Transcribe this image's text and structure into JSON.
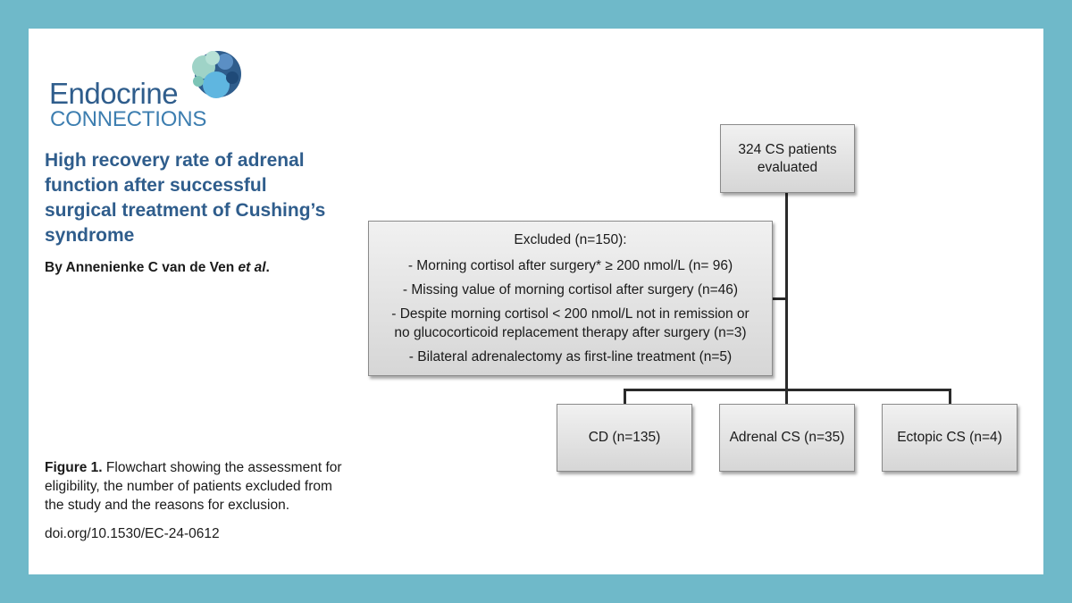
{
  "journal": {
    "name_line1": "Endocrine",
    "name_line2": "CONNECTIONS"
  },
  "article": {
    "title": "High recovery rate of adrenal function after successful surgical treatment of Cushing’s syndrome",
    "byline_prefix": "By  Annenienke C van de Ven ",
    "byline_etal": "et al",
    "byline_suffix": "."
  },
  "caption": {
    "label": "Figure 1.",
    "text": " Flowchart showing the assessment for eligibility, the number of patients excluded from the study and the reasons for exclusion."
  },
  "doi": "doi.org/10.1530/EC-24-0612",
  "flowchart": {
    "root": {
      "line1": "324 CS patients",
      "line2": "evaluated"
    },
    "excluded": {
      "heading": "Excluded (n=150):",
      "reasons": [
        "- Morning cortisol after surgery* ≥ 200 nmol/L (n= 96)",
        "-  Missing value of morning cortisol after surgery (n=46)",
        "- Despite morning cortisol < 200 nmol/L not in remission or",
        "no glucocorticoid replacement therapy after surgery (n=3)",
        "- Bilateral adrenalectomy as first-line treatment (n=5)"
      ]
    },
    "outcomes": [
      {
        "label": "CD (n=135)"
      },
      {
        "label": "Adrenal CS (n=35)"
      },
      {
        "label": "Ectopic CS (n=4)"
      }
    ]
  },
  "colors": {
    "frame": "#6fb9c9",
    "title": "#2f5d8c",
    "logo_blue": "#3d7eb0"
  }
}
